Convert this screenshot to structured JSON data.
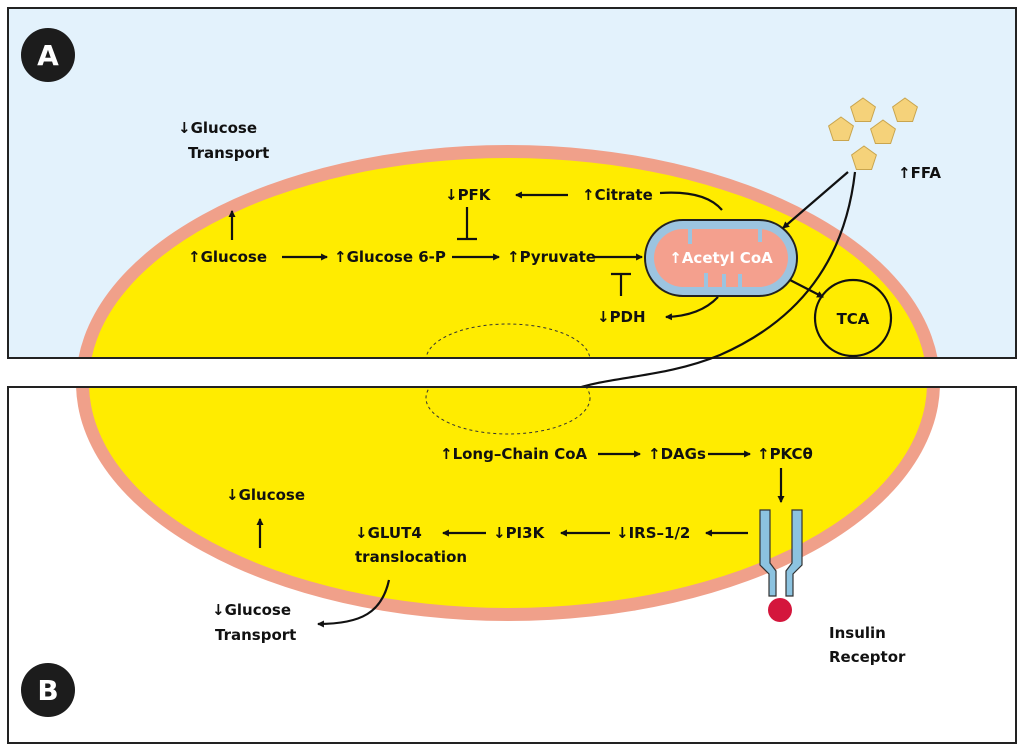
{
  "panels": {
    "a": {
      "badge": "A",
      "bg_color": "#e3f2fc"
    },
    "b": {
      "badge": "B",
      "bg_color": "#ffffff"
    }
  },
  "colors": {
    "cytoplasm": "#ffec00",
    "membrane": "#f0a08a",
    "mitochondria_fill": "#f4a08e",
    "mitochondria_membrane": "#9cc4e0",
    "ffa": "#f5d27a",
    "receptor": "#8cc3e0",
    "insulin": "#d4163c",
    "badge": "#1c1c1c"
  },
  "panel_a": {
    "glucose_transport": "↓Glucose",
    "glucose_transport_2": "Transport",
    "glucose": "↑Glucose",
    "glucose_6p": "↑Glucose 6-P",
    "pyruvate": "↑Pyruvate",
    "pfk": "↓PFK",
    "citrate": "↑Citrate",
    "pdh": "↓PDH",
    "acetyl_coa": "↑Acetyl CoA",
    "tca": "TCA",
    "ffa": "↑FFA"
  },
  "panel_b": {
    "long_chain_coa": "↑Long–Chain CoA",
    "dags": "↑DAGs",
    "pkc": "↑PKCθ",
    "irs": "↓IRS–1/2",
    "pi3k": "↓PI3K",
    "glut4": "↓GLUT4",
    "glut4_2": "translocation",
    "glucose": "↓Glucose",
    "glucose_transport": "↓Glucose",
    "glucose_transport_2": "Transport",
    "insulin_receptor": "Insulin",
    "insulin_receptor_2": "Receptor"
  }
}
